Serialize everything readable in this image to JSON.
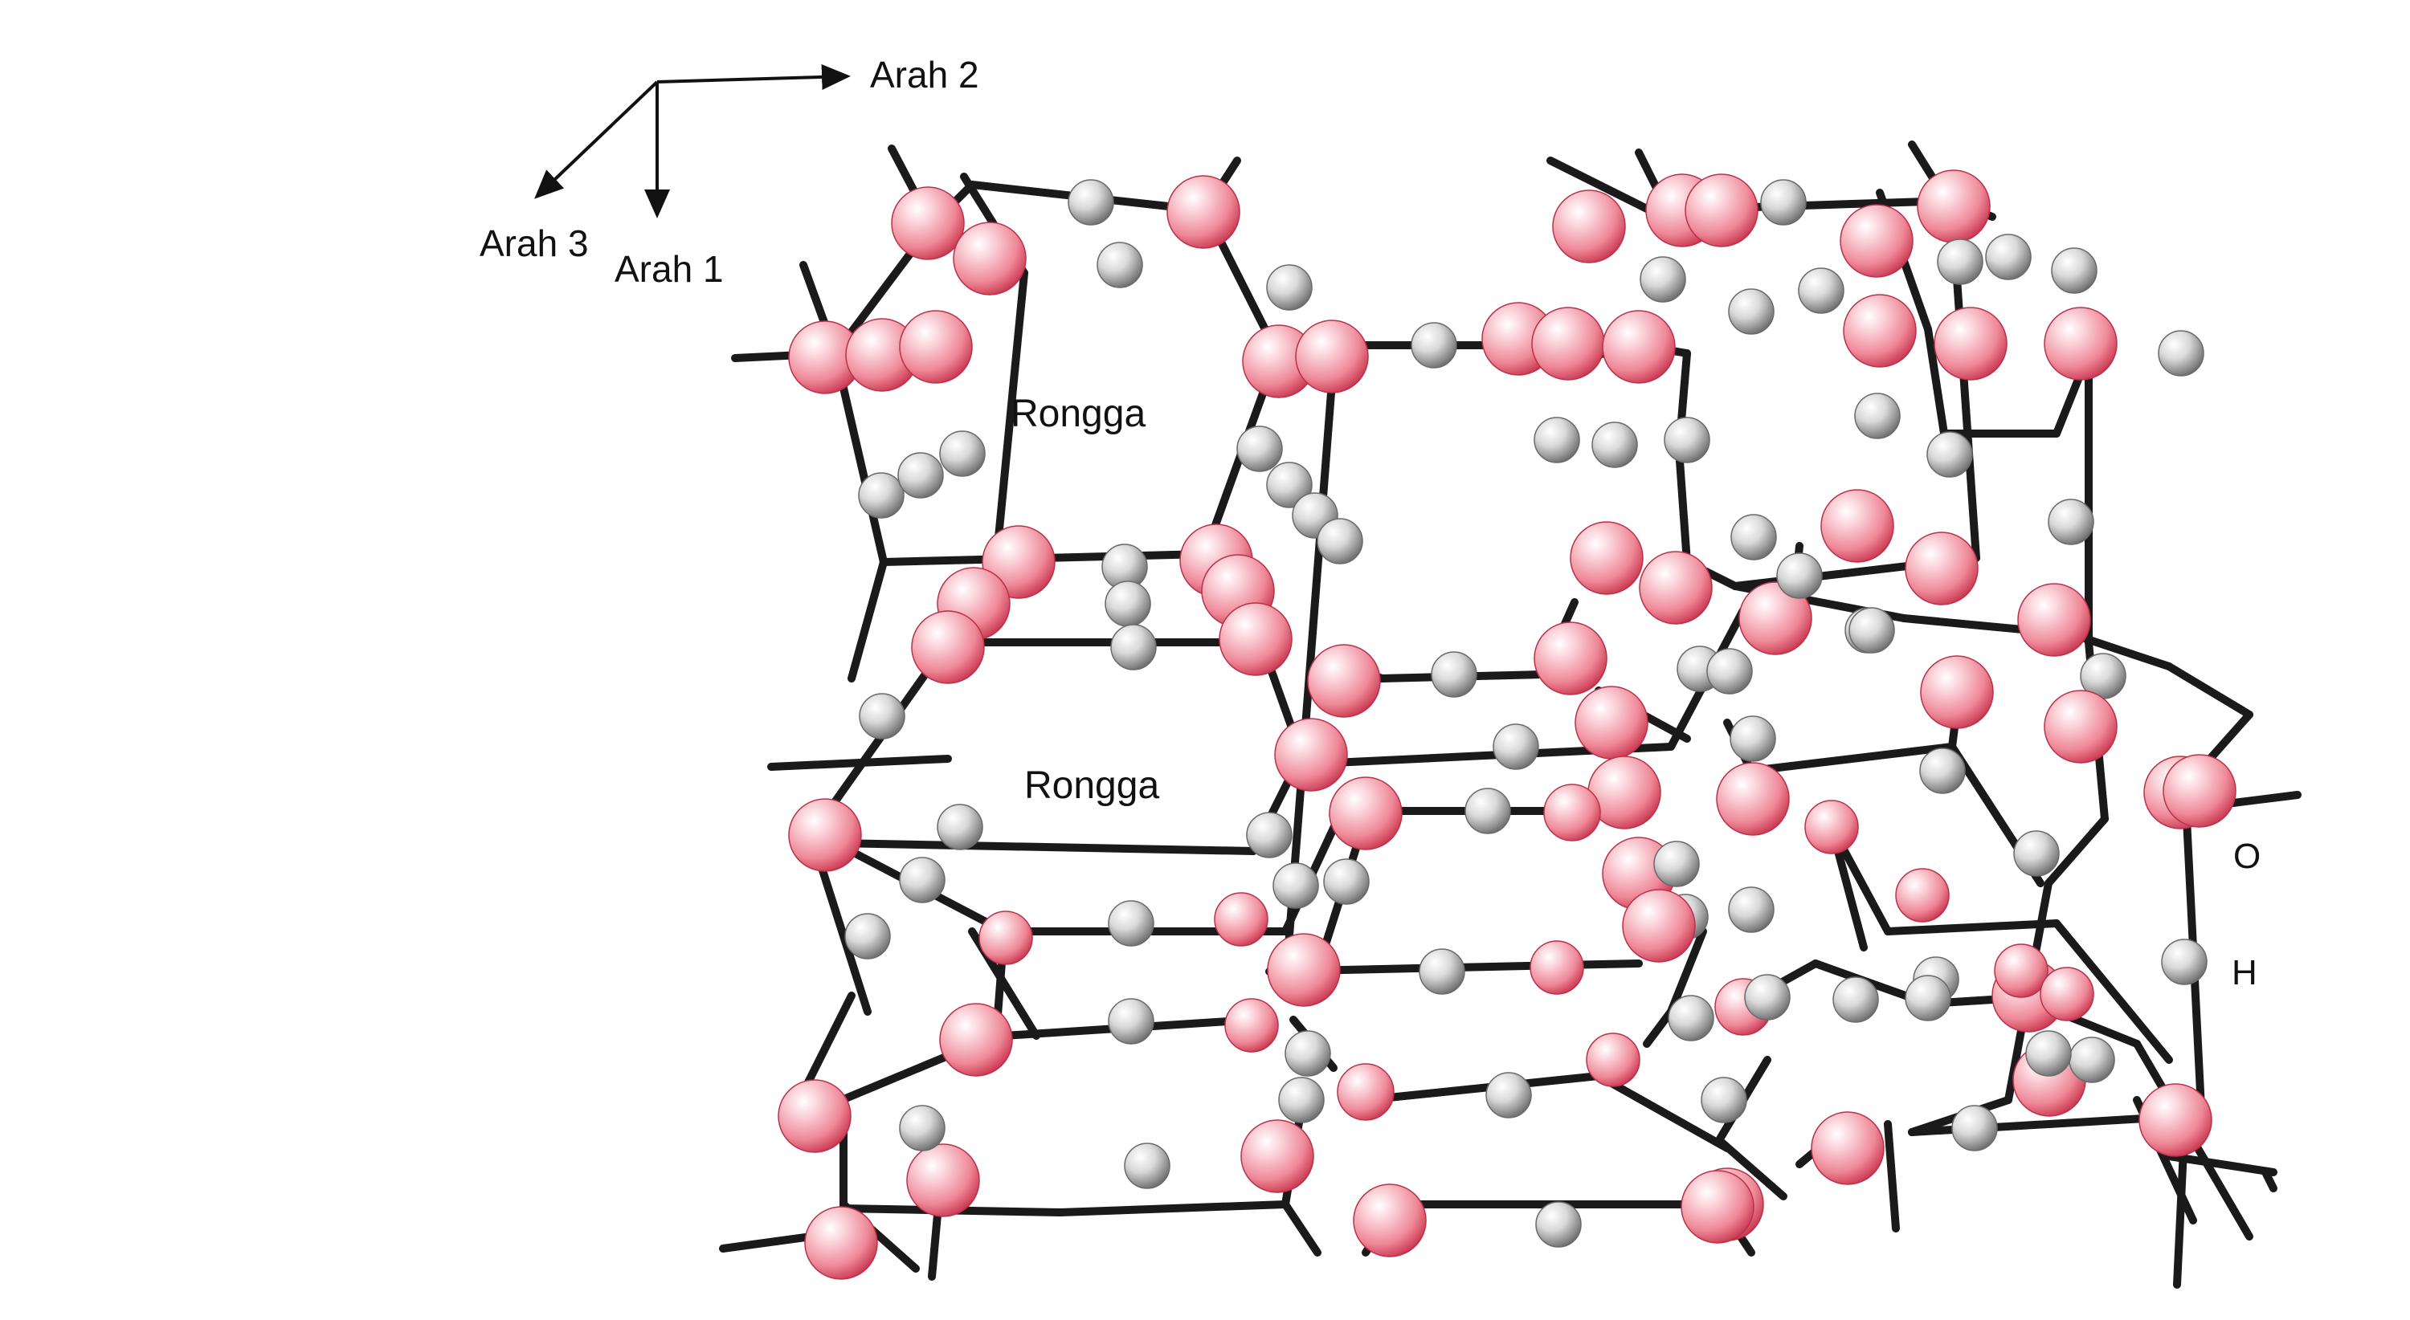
{
  "axes": {
    "direction_1": "Arah 1",
    "direction_2": "Arah 2",
    "direction_3": "Arah 3"
  },
  "cavities": [
    "Rongga",
    "Rongga"
  ],
  "legend": {
    "oxygen": "O",
    "hydrogen": "H"
  },
  "colors": {
    "oxygen_atom": "#f08c9a",
    "hydrogen_atom": "#cfcfcf",
    "bond": "#1a1a1a"
  }
}
